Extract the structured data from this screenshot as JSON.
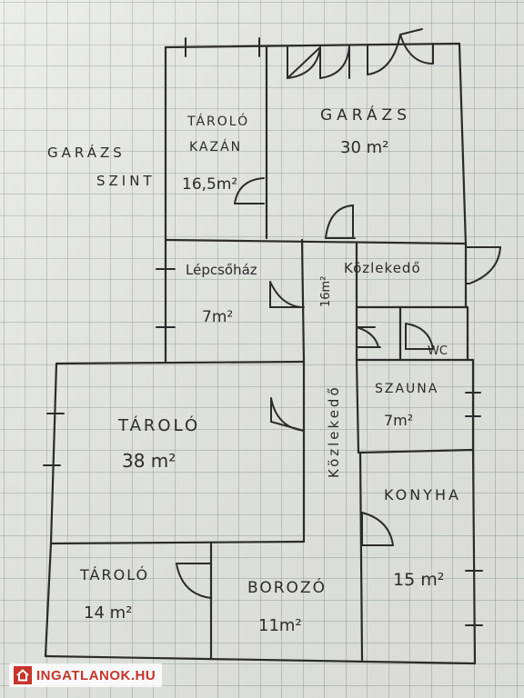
{
  "rooms": {
    "garazs_szint": {
      "line1": "GARÁZS",
      "line2": "SZINT"
    },
    "tarolo_kazan": {
      "line1": "TÁROLÓ",
      "line2": "KAZÁN",
      "area": "16,5m²"
    },
    "garazs": {
      "name": "GARÁZS",
      "area": "30 m²"
    },
    "lepcsohaz": {
      "name": "Lépcsőház",
      "area": "7m²"
    },
    "kozlekedo_upper": {
      "name": "Közlekedő",
      "area": "16m²"
    },
    "kozlekedo_vertical": {
      "name": "Közlekedő"
    },
    "wc": {
      "name": "WC"
    },
    "szauna": {
      "name": "SZAUNA",
      "area": "7m²"
    },
    "tarolo_big": {
      "name": "TÁROLÓ",
      "area": "38 m²"
    },
    "konyha": {
      "name": "KONYHA",
      "area": "15 m²"
    },
    "tarolo_small": {
      "name": "TÁROLÓ",
      "area": "14 m²"
    },
    "borozo": {
      "name": "BOROZÓ",
      "area": "11m²"
    }
  },
  "watermark": {
    "text": "INGATLANOK.HU",
    "color": "#c8342b"
  },
  "colors": {
    "paper": "#e9ebe6",
    "grid": "#9aa39e",
    "ink": "#2b2b2b"
  }
}
